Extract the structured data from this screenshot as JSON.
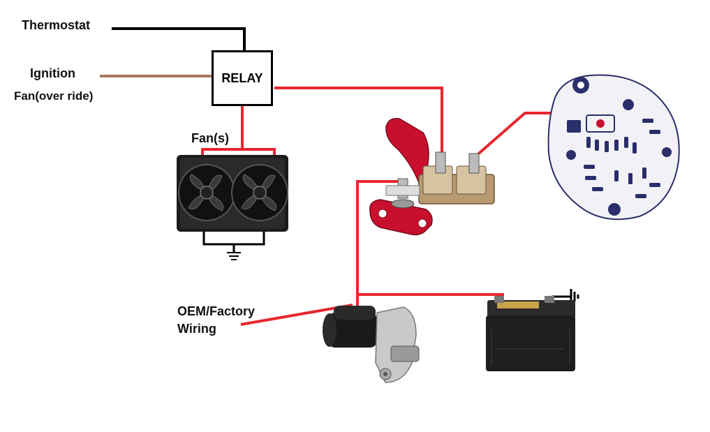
{
  "labels": {
    "thermostat": "Thermostat",
    "ignition": "Ignition",
    "fan_override": "Fan(over ride)",
    "relay": "RELAY",
    "fans": "Fan(s)",
    "oem_line1": "OEM/Factory",
    "oem_line2": "Wiring"
  },
  "colors": {
    "power_wire": "#e8262e",
    "thermostat_wire": "#000000",
    "ignition_wire": "#a97a5c",
    "ground_wire": "#000000"
  },
  "components": {
    "relay": "relay-box",
    "fan": "dual-radiator-fan",
    "alternator": "alternator",
    "distribution_block": "power-distribution-block",
    "starter": "starter-motor",
    "battery": "car-battery",
    "ground": "ground-symbol"
  }
}
